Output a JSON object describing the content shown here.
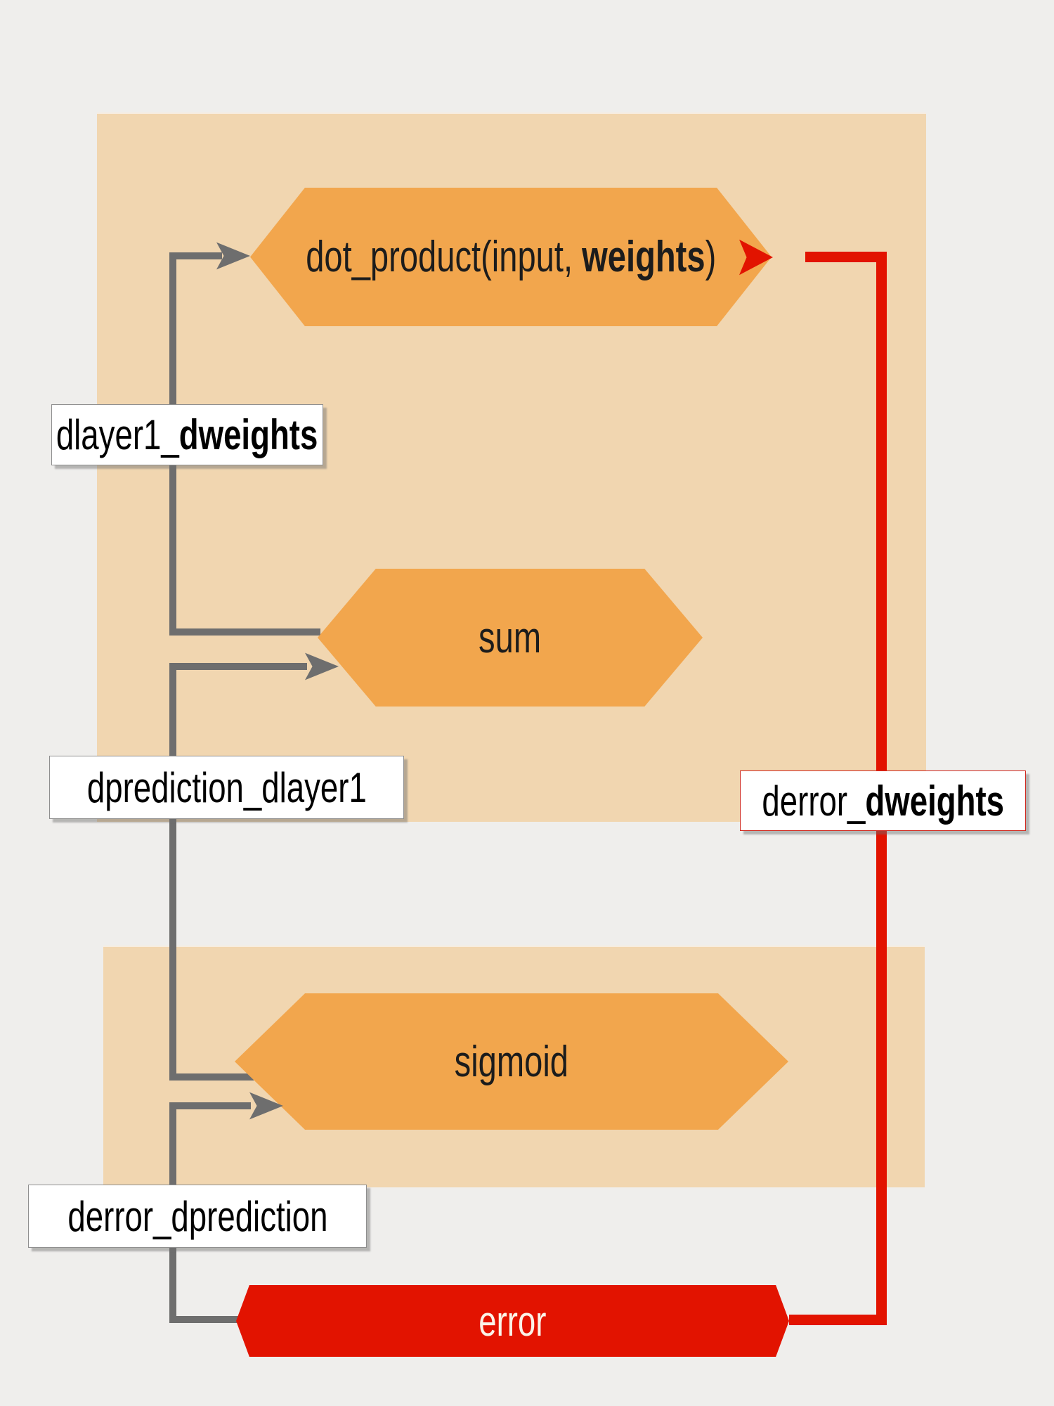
{
  "diagram": {
    "description": "Backpropagation gradient flow diagram",
    "colors": {
      "background": "#efeeec",
      "panel": "#f1d6b0",
      "node": "#f2a64d",
      "error_node": "#e21300",
      "gray_path": "#6e6e6e",
      "red_path": "#e21300",
      "label_background": "#ffffff",
      "label_border": "#8f8f8f",
      "red_label_border": "#d0281e"
    },
    "nodes": {
      "dot_product": {
        "prefix": "dot_product(input, ",
        "bold": "weights",
        "suffix": ")"
      },
      "sum": {
        "label": "sum"
      },
      "sigmoid": {
        "label": "sigmoid"
      },
      "error": {
        "label": "error"
      }
    },
    "edge_labels": {
      "dlayer1_dweights": {
        "prefix": "dlayer1_",
        "bold": "dweights"
      },
      "dprediction_dlayer1": {
        "label": "dprediction_dlayer1"
      },
      "derror_dprediction": {
        "label": "derror_dprediction"
      },
      "derror_dweights": {
        "prefix": "derror_",
        "bold": "dweights"
      }
    }
  }
}
